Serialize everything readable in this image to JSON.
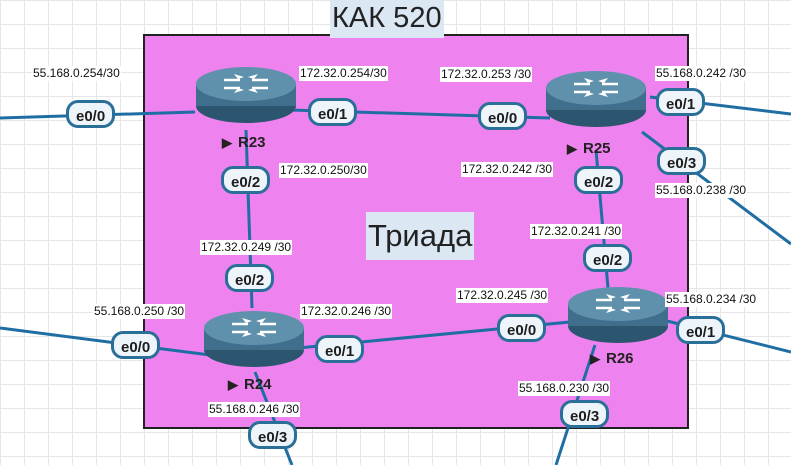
{
  "as_label": "КАК 520",
  "group_label": "Триада",
  "colors": {
    "as_fill": "#ee82ee",
    "link": "#1f6ea3",
    "port_border": "#2a6f97",
    "router_body": "#3f6f8c"
  },
  "routers": [
    {
      "id": "r23",
      "name": "R23",
      "icon": "router-icon"
    },
    {
      "id": "r24",
      "name": "R24",
      "icon": "router-icon"
    },
    {
      "id": "r25",
      "name": "R25",
      "icon": "router-icon"
    },
    {
      "id": "r26",
      "name": "R26",
      "icon": "router-icon"
    }
  ],
  "ports": {
    "r23_e00": "e0/0",
    "r23_e01": "e0/1",
    "r23_e02": "e0/2",
    "r25_e00": "e0/0",
    "r25_e01": "e0/1",
    "r25_e02": "e0/2",
    "r25_e03": "e0/3",
    "r24_e00": "e0/0",
    "r24_e01": "e0/1",
    "r24_e02": "e0/2",
    "r24_e03": "e0/3",
    "r26_e00": "e0/0",
    "r26_e01": "e0/1",
    "r26_e02": "e0/2",
    "r26_e03": "e0/3"
  },
  "addresses": {
    "r23_e00": "55.168.0.254/30",
    "r23_e01": "172.32.0.254/30",
    "r23_e02": "172.32.0.250/30",
    "r25_e00": "172.32.0.253 /30",
    "r25_e01": "55.168.0.242 /30",
    "r25_e02": "172.32.0.242 /30",
    "r25_e03": "55.168.0.238 /30",
    "r24_e02": "172.32.0.249 /30",
    "r24_e00": "55.168.0.250 /30",
    "r24_e01": "172.32.0.246 /30",
    "r24_e03": "55.168.0.246 /30",
    "r26_e02": "172.32.0.241 /30",
    "r26_e00": "172.32.0.245 /30",
    "r26_e01": "55.168.0.234 /30",
    "r26_e03": "55.168.0.230 /30"
  }
}
